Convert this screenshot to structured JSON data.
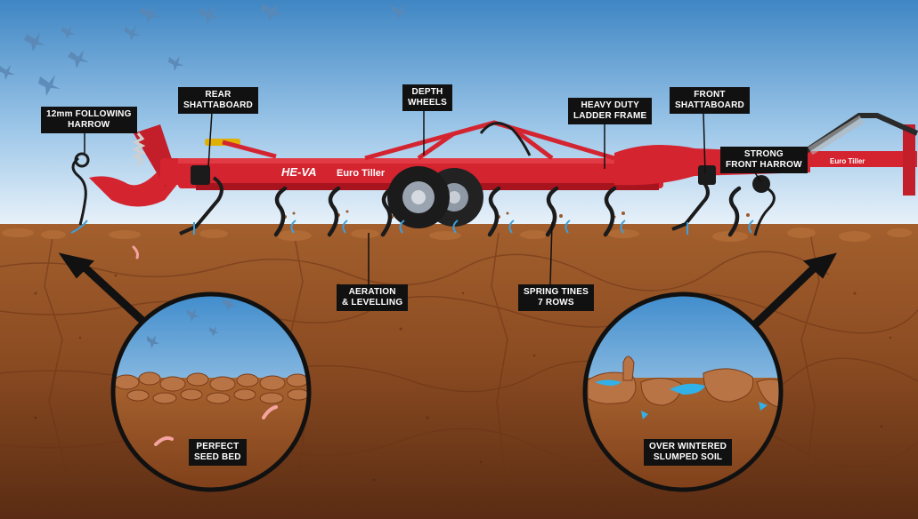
{
  "colors": {
    "sky_top": "#3f86c4",
    "sky_bottom": "#eaf3fb",
    "soil_top": "#9a5a2b",
    "soil_mid": "#8a4a22",
    "soil_bottom": "#5e2e14",
    "machine_red": "#d42430",
    "tine_black": "#1b1b1b",
    "label_bg": "#111111",
    "label_text": "#ffffff",
    "arrow_blue": "#3aa0e0"
  },
  "machine": {
    "brand": "HE-VA",
    "model": "Euro Tiller",
    "model_rear": "Euro Tiller"
  },
  "labels": {
    "following_harrow": "12mm FOLLOWING\nHARROW",
    "rear_shattaboard": "REAR\nSHATTABOARD",
    "depth_wheels": "DEPTH\nWHEELS",
    "ladder_frame": "HEAVY DUTY\nLADDER FRAME",
    "front_shattaboard": "FRONT\nSHATTABOARD",
    "front_harrow": "STRONG\nFRONT HARROW",
    "aeration": "AERATION\n& LEVELLING",
    "spring_tines": "SPRING TINES\n7 ROWS",
    "seed_bed": "PERFECT\nSEED BED",
    "slumped_soil": "OVER WINTERED\nSLUMPED SOIL"
  },
  "icons": {
    "birds": "bird-icon",
    "worm": "worm-icon",
    "pointer_arrow": "arrow-up-icon",
    "soil_flow": "curved-arrow-icon"
  }
}
